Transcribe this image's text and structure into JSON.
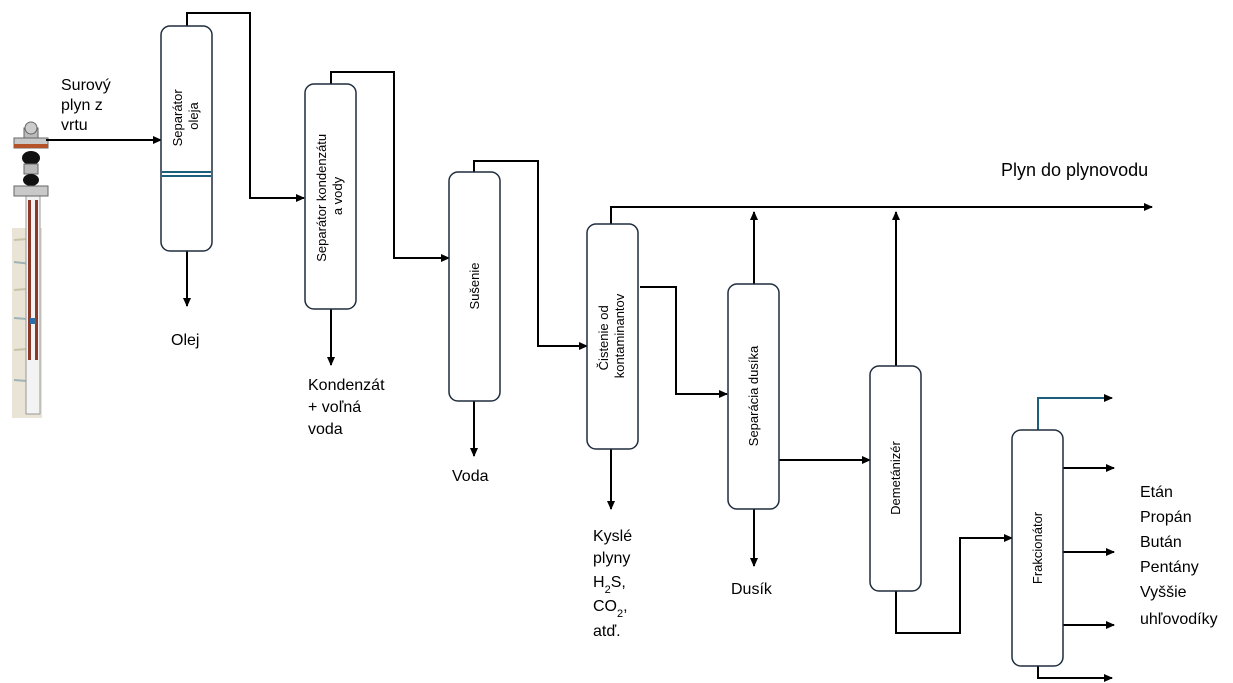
{
  "feed_label": [
    "Surový",
    "plyn z",
    "vrtu"
  ],
  "units": {
    "oil_separator": [
      "Separátor",
      "oleja"
    ],
    "condensate_separator": [
      "Separátor  kondenzátu",
      "a vody"
    ],
    "drying": [
      "Sušenie"
    ],
    "contaminant_cleaning": [
      "Čistenie od",
      "kontaminantov"
    ],
    "nitrogen_separation": [
      "Separácia dusíka"
    ],
    "demethanizer": [
      "Demetánizér"
    ],
    "fractionator": [
      "Frakcionátor"
    ]
  },
  "outputs": {
    "oil": "Olej",
    "condensate": [
      "Kondenzát",
      "+ voľná",
      "voda"
    ],
    "water": "Voda",
    "acid_gases": [
      "Kyslé",
      "plyny",
      "H2S,",
      "CO2,",
      "atď."
    ],
    "nitrogen": "Dusík",
    "pipeline_gas": "Plyn do plynovodu"
  },
  "products": [
    "Etán",
    "Propán",
    "Bután",
    "Pentány",
    "Vyššie",
    "uhľovodíky"
  ],
  "colors": {
    "unit_stroke": "#1f2d3d",
    "line": "#000000",
    "oil_band": "#1b5f7a",
    "wellhead_pipe": "#8b3a2a"
  }
}
